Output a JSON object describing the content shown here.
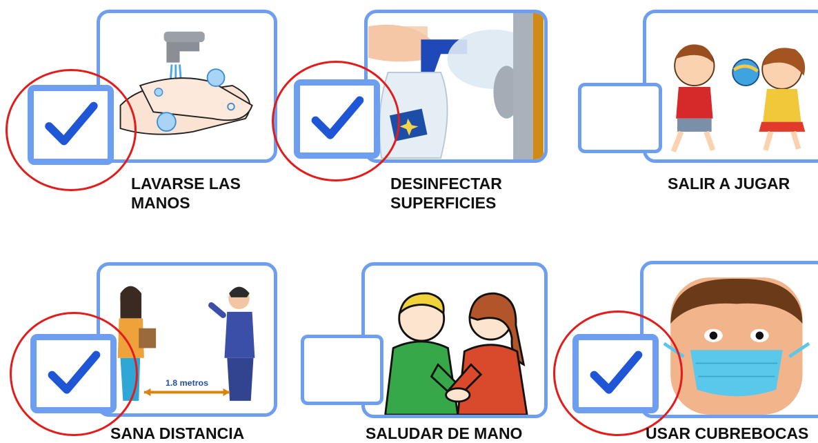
{
  "cards": [
    {
      "id": "lavarse",
      "label": "LAVARSE LAS MANOS",
      "line1": "LAVARSE LAS",
      "line2": "MANOS",
      "checked": true,
      "icon": "hand-washing-illustration"
    },
    {
      "id": "desinfectar",
      "label": "DESINFECTAR SUPERFICIES",
      "line1": "DESINFECTAR",
      "line2": "SUPERFICIES",
      "checked": true,
      "icon": "disinfectant-spray-illustration"
    },
    {
      "id": "salir",
      "label": "SALIR A JUGAR",
      "line1": "SALIR A JUGAR",
      "line2": "",
      "checked": false,
      "icon": "children-playing-illustration"
    },
    {
      "id": "sana",
      "label": "SANA DISTANCIA",
      "line1": "SANA DISTANCIA",
      "line2": "",
      "checked": true,
      "icon": "social-distance-illustration",
      "measure_label": "1.8 metros"
    },
    {
      "id": "saludar",
      "label": "SALUDAR DE MANO",
      "line1": "SALUDAR DE MANO",
      "line2": "",
      "checked": false,
      "icon": "handshake-illustration"
    },
    {
      "id": "cubrebocas",
      "label": "USAR CUBREBOCAS",
      "line1": "USAR CUBREBOCAS",
      "line2": "",
      "checked": true,
      "icon": "face-mask-illustration"
    }
  ],
  "colors": {
    "frame": "#6e9ef0",
    "check": "#1f56d6",
    "ring": "#e31b1b",
    "text": "#111111"
  }
}
